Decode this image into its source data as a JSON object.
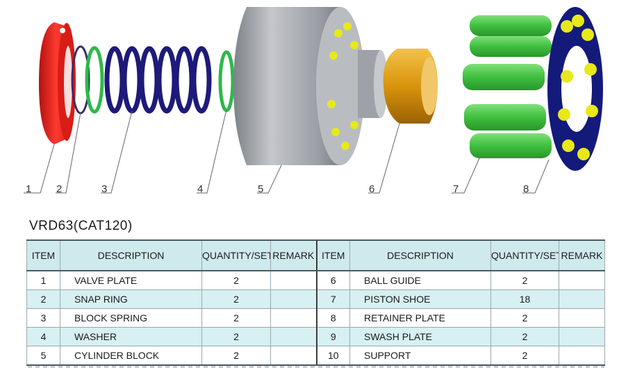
{
  "diagram": {
    "part_numbers": [
      "1",
      "2",
      "3",
      "4",
      "5",
      "6",
      "7",
      "8"
    ]
  },
  "title": "VRD63(CAT120)",
  "table": {
    "headers": [
      "ITEM",
      "DESCRIPTION",
      "QUANTITY/SET",
      "REMARK",
      "ITEM",
      "DESCRIPTION",
      "QUANTITY/SET",
      "REMARK"
    ],
    "rows": [
      {
        "item_a": "1",
        "desc_a": "VALVE PLATE",
        "qty_a": "2",
        "remark_a": "",
        "item_b": "6",
        "desc_b": "BALL GUIDE",
        "qty_b": "2",
        "remark_b": ""
      },
      {
        "item_a": "2",
        "desc_a": "SNAP RING",
        "qty_a": "2",
        "remark_a": "",
        "item_b": "7",
        "desc_b": "PISTON SHOE",
        "qty_b": "18",
        "remark_b": ""
      },
      {
        "item_a": "3",
        "desc_a": "BLOCK SPRING",
        "qty_a": "2",
        "remark_a": "",
        "item_b": "8",
        "desc_b": "RETAINER PLATE",
        "qty_b": "2",
        "remark_b": ""
      },
      {
        "item_a": "4",
        "desc_a": "WASHER",
        "qty_a": "2",
        "remark_a": "",
        "item_b": "9",
        "desc_b": "SWASH PLATE",
        "qty_b": "2",
        "remark_b": ""
      },
      {
        "item_a": "5",
        "desc_a": "CYLINDER BLOCK",
        "qty_a": "2",
        "remark_a": "",
        "item_b": "10",
        "desc_b": "SUPPORT",
        "qty_b": "2",
        "remark_b": ""
      }
    ]
  },
  "colors": {
    "valve_plate": "#e8231f",
    "spring": "#1e1a7a",
    "washer": "#2fb84a",
    "cylinder": "#a9adb3",
    "piston_hole": "#e8e81a",
    "ball_guide": "#d99a10",
    "piston": "#4fc94a",
    "retainer": "#141a7a",
    "header_bg": "#cfeaec",
    "stripe_bg": "#d7f0f2"
  }
}
